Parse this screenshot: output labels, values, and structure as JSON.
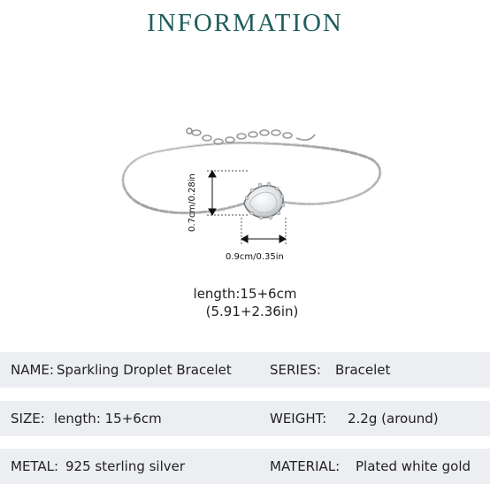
{
  "title": "INFORMATION",
  "dimensions": {
    "height": "0.7cm/0.28in",
    "width": "0.9cm/0.35in"
  },
  "length": {
    "line1": "length:15+6cm",
    "line2": "(5.91+2.36in)"
  },
  "specs": {
    "name_label": "NAME:",
    "name_value": "Sparkling Droplet Bracelet",
    "series_label": "SERIES:",
    "series_value": "Bracelet",
    "size_label": "SIZE:",
    "size_value": "length: 15+6cm",
    "weight_label": "WEIGHT:",
    "weight_value": "2.2g (around)",
    "metal_label": "METAL:",
    "metal_value": "925 sterling silver",
    "material_label": "MATERIAL:",
    "material_value": "Plated white gold"
  },
  "colors": {
    "title": "#1f5e5c",
    "row_background": "#eceef2"
  }
}
